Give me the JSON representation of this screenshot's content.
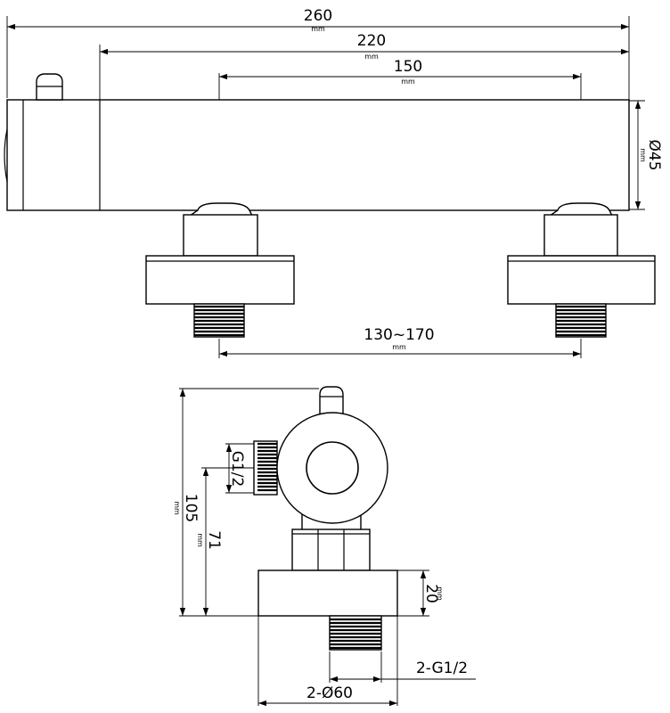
{
  "top_view": {
    "overall_length": {
      "value": "260",
      "unit": "mm"
    },
    "body_length": {
      "value": "220",
      "unit": "mm"
    },
    "inlet_spacing": {
      "value": "150",
      "unit": "mm"
    },
    "diameter": {
      "value": "Ø45",
      "unit": "mm"
    },
    "adjust_range": {
      "value": "130~170",
      "unit": "mm"
    }
  },
  "side_view": {
    "thread_side": {
      "value": "G1/2"
    },
    "height_total": {
      "value": "105",
      "unit": "mm"
    },
    "height_center": {
      "value": "71",
      "unit": "mm"
    },
    "flange_height": {
      "value": "20",
      "unit": "mm"
    },
    "thread_bottom": {
      "value": "2-G1/2"
    },
    "flange_diameter": {
      "value": "2-Ø60"
    }
  }
}
